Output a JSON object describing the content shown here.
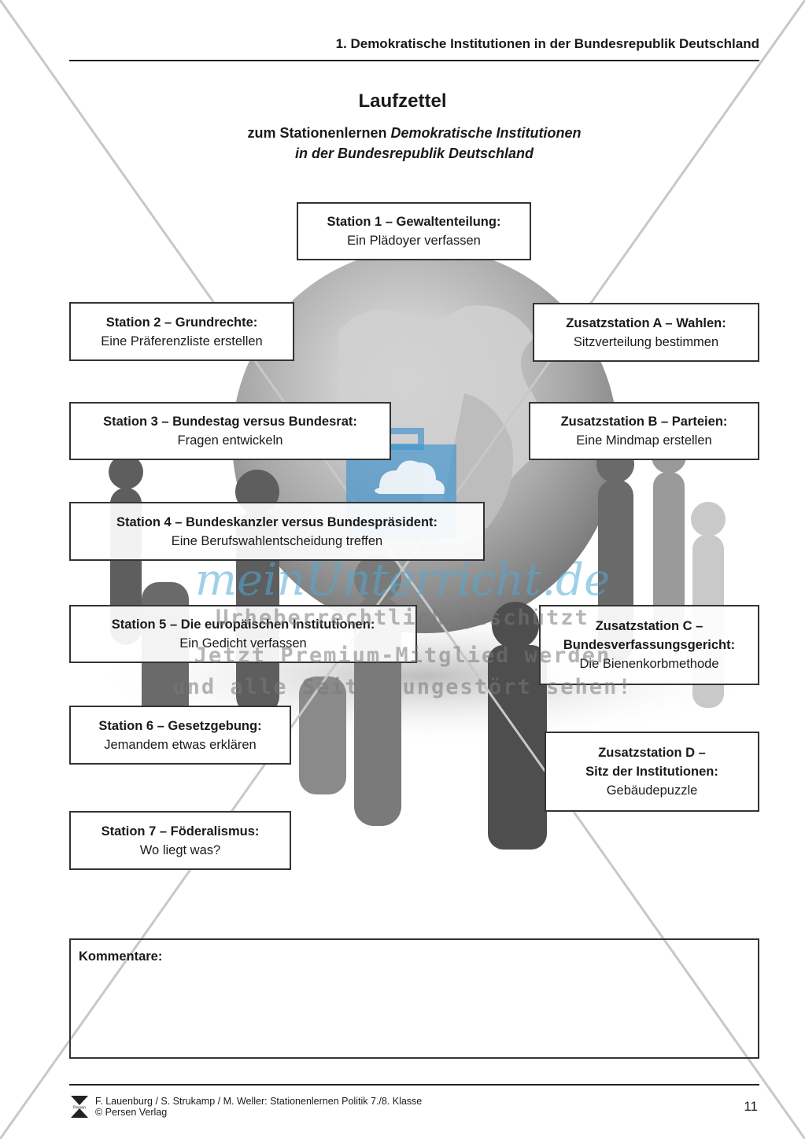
{
  "header": {
    "title": "1. Demokratische Institutionen in der Bundesrepublik Deutschland"
  },
  "doc": {
    "title": "Laufzettel",
    "subtitle_prefix": "zum Stationenlernen ",
    "subtitle_italic_1": "Demokratische Institutionen",
    "subtitle_italic_2": "in der Bundesrepublik Deutschland"
  },
  "stations": {
    "s1": {
      "title": "Station 1 – Gewaltenteilung:",
      "task": "Ein Plädoyer verfassen"
    },
    "s2": {
      "title": "Station 2 – Grundrechte:",
      "task": "Eine Präferenzliste erstellen"
    },
    "s3": {
      "title": "Station 3 – Bundestag versus Bundesrat:",
      "task": "Fragen entwickeln"
    },
    "s4": {
      "title": "Station 4 – Bundeskanzler versus Bundespräsident:",
      "task": "Eine Berufswahlentscheidung treffen"
    },
    "s5": {
      "title": "Station 5 – Die europäischen Institutionen:",
      "task": "Ein Gedicht verfassen"
    },
    "s6": {
      "title": "Station 6 – Gesetzgebung:",
      "task": "Jemandem etwas erklären"
    },
    "s7": {
      "title": "Station 7 – Föderalismus:",
      "task": "Wo liegt was?"
    },
    "zA": {
      "title": "Zusatzstation A – Wahlen:",
      "task": "Sitzverteilung bestimmen"
    },
    "zB": {
      "title": "Zusatzstation B – Parteien:",
      "task": "Eine Mindmap erstellen"
    },
    "zC": {
      "title1": "Zusatzstation C –",
      "title2": "Bundesverfassungsgericht:",
      "task": "Die Bienenkorbmethode"
    },
    "zD": {
      "title1": "Zusatzstation D –",
      "title2": "Sitz der Institutionen:",
      "task": "Gebäudepuzzle"
    }
  },
  "comments": {
    "label": "Kommentare:"
  },
  "watermark": {
    "brand": "meinUnterricht.de",
    "line1": "Urheberrechtlich geschützt",
    "line2": "Jetzt Premium-Mitglied werden",
    "line3": "und alle Seiten ungestört sehen!"
  },
  "footer": {
    "publisher_logo_text": "Persen",
    "line1": "F. Lauenburg / S. Strukamp / M. Weller: Stationenlernen Politik 7./8. Klasse",
    "line2": "© Persen Verlag",
    "page_number": "11"
  }
}
